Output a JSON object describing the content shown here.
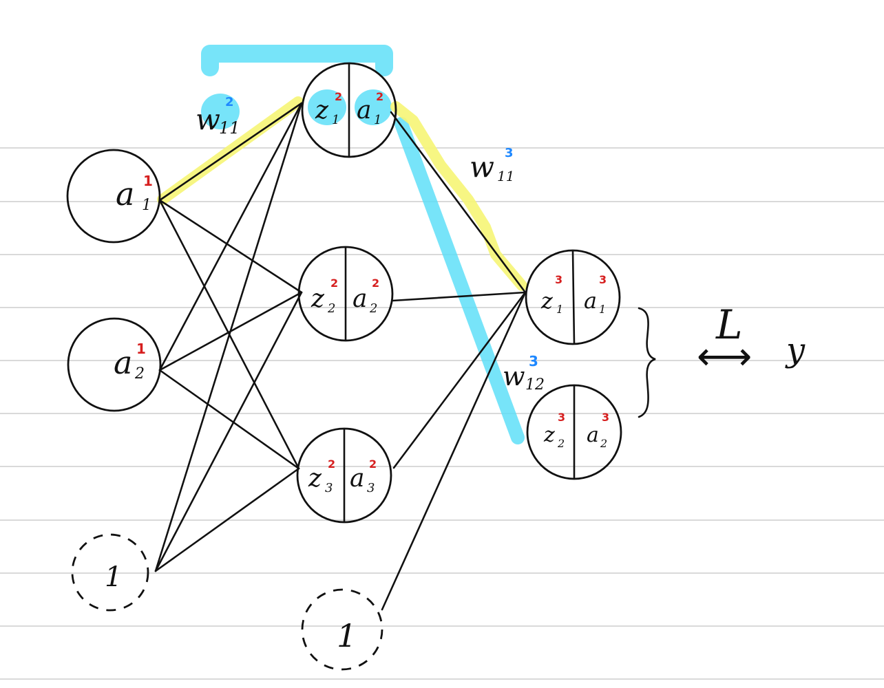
{
  "colors": {
    "ink": "#111111",
    "ruled_line": "#d9d9d9",
    "highlight_blue": "#55ddf8",
    "highlight_yellow": "#f6f576",
    "superscript_red": "#d61f1f",
    "superscript_blue": "#1e88ff"
  },
  "input_layer": {
    "neurons": [
      {
        "base": "a",
        "sub": "1",
        "sup": "1"
      },
      {
        "base": "a",
        "sub": "2",
        "sup": "1"
      }
    ],
    "bias": "1"
  },
  "hidden_layer": {
    "neurons": [
      {
        "z_base": "z",
        "z_sub": "1",
        "z_sup": "2",
        "a_base": "a",
        "a_sub": "1",
        "a_sup": "2"
      },
      {
        "z_base": "z",
        "z_sub": "2",
        "z_sup": "2",
        "a_base": "a",
        "a_sub": "2",
        "a_sup": "2"
      },
      {
        "z_base": "z",
        "z_sub": "3",
        "z_sup": "2",
        "a_base": "a",
        "a_sub": "3",
        "a_sup": "2"
      }
    ],
    "bias": "1"
  },
  "output_layer": {
    "neurons": [
      {
        "z_base": "z",
        "z_sub": "1",
        "z_sup": "3",
        "a_base": "a",
        "a_sub": "1",
        "a_sup": "3"
      },
      {
        "z_base": "z",
        "z_sub": "2",
        "z_sup": "3",
        "a_base": "a",
        "a_sub": "2",
        "a_sup": "3"
      }
    ]
  },
  "weights": {
    "w11_2": {
      "base": "w",
      "sub": "11",
      "sup": "2"
    },
    "w11_3": {
      "base": "w",
      "sub": "11",
      "sup": "3"
    },
    "w12_3": {
      "base": "w",
      "sub": "12",
      "sup": "3"
    }
  },
  "loss": {
    "symbol": "L",
    "arrow": "⟷",
    "target": "y"
  }
}
